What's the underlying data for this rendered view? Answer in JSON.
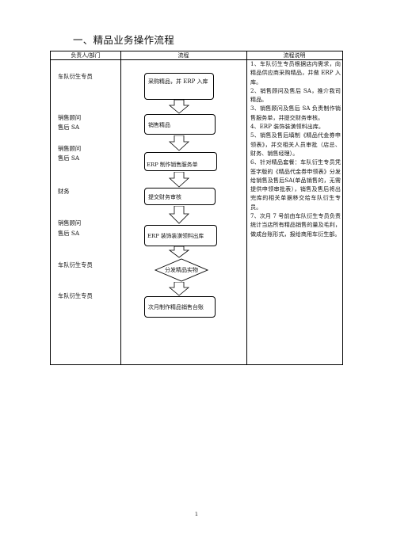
{
  "title": "一、精品业务操作流程",
  "table": {
    "headers": [
      "负责人/部门",
      "流程",
      "流程说明"
    ],
    "responsible": [
      "车队衍生专员",
      "销售顾问",
      "售后 SA",
      "销售顾问",
      "售后 SA",
      "财务",
      "销售顾问",
      "售后 SA",
      "车队衍生专员",
      "车队衍生专员"
    ],
    "flow_steps": [
      "采购精品，并 ERP 入库",
      "销售精品",
      "ERP 制作销售服务单",
      "提交财务审核",
      "ERP 装饰装潢领料出库",
      "分发精品实物",
      "次月制作精品销售台账"
    ],
    "descriptions": [
      "1、车队衍生专员根据店内需求，向精品供应商采购精品，并做 ERP 入库。",
      "2、销售顾问及售后 SA，推介我司精品。",
      "3、销售顾问及售后 SA 负责制作销售服务单，并提交财务审核。",
      "4、ERP 装饰装潢领料出库。",
      "5、销售及售后填制《精品代金券申领表》，并交相关人员审批（店总、财务、销售经理）。",
      "6、针对精品套餐：车队衍生专员凭签字版的《精品代金券申领表》分发给销售及售后SA(单品销售的，无需提供申领审批表），销售及售后将出完库的相关单据移交给车队衍生专员。",
      "7、次月 7 号前由车队衍生专员负责统计当店所有精品销售的量及毛利，做成台账形式，报给商用车衍生部。"
    ]
  },
  "page_number": "1"
}
